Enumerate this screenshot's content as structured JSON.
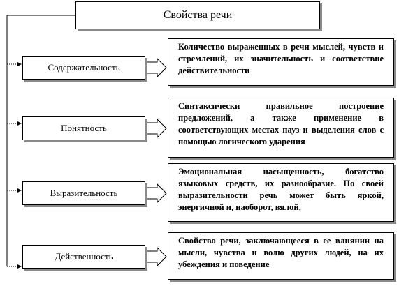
{
  "diagram": {
    "title": "Свойства речи",
    "properties": [
      {
        "name": "Содержательность",
        "description": "Количество выраженных в речи мыслей, чувств и стремлений, их значительность и соответствие действительности"
      },
      {
        "name": "Понятность",
        "description": "Синтаксически правильное построение предложений, а также применение в соответствующих местах пауз и выделения слов с помощью логического ударения"
      },
      {
        "name": "Выразительность",
        "description": "Эмоциональная насыщенность, богатство языковых средств, их разнообразие. По своей выразительности речь может быть яркой, энергичной и, наоборот, вялой,"
      },
      {
        "name": "Действенность",
        "description": "Свойство речи, заключающееся в ее влиянии на мысли, чувства и волю других людей, на их убеждения и поведение"
      }
    ]
  }
}
